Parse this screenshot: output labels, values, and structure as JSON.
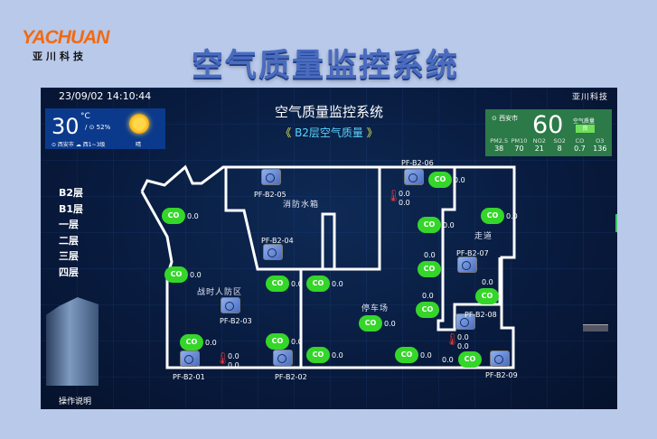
{
  "logo": {
    "mark_a": "YA",
    "mark_b": "CHUAN",
    "cn": "亚川科技"
  },
  "page_title": "空气质量监控系统",
  "header": {
    "datetime": "23/09/02 14:10:44",
    "title": "空气质量监控系统",
    "subtitle_left": "《",
    "subtitle": "B2层空气质量",
    "subtitle_right": "》",
    "brand": "亚川科技"
  },
  "weather": {
    "temp": "30",
    "unit": "°C",
    "humidity": "/ ⊙ 52%",
    "location": "⊙ 西安市  ☁ 西1~3级",
    "condition": "晴",
    "icon": "sun-icon"
  },
  "air_quality": {
    "location": "⊙ 西安市",
    "aqi": "60",
    "label": "空气质量",
    "level": "良",
    "level_color": "#6ee05a",
    "metrics": [
      {
        "k": "PM2.5",
        "v": "38"
      },
      {
        "k": "PM10",
        "v": "70"
      },
      {
        "k": "NO2",
        "v": "21"
      },
      {
        "k": "SO2",
        "v": "8"
      },
      {
        "k": "CO",
        "v": "0.7"
      },
      {
        "k": "O3",
        "v": "136"
      }
    ]
  },
  "floors": [
    "B2层",
    "B1层",
    "一层",
    "二层",
    "三层",
    "四层"
  ],
  "help": "操作说明",
  "rooms": [
    "消防水箱",
    "走道",
    "战时人防区",
    "停车场"
  ],
  "co_sensors": [
    {
      "label": "CO",
      "value": "0.0"
    },
    {
      "label": "CO",
      "value": "0.0"
    },
    {
      "label": "CO",
      "value": "0.0"
    },
    {
      "label": "CO",
      "value": "0.0"
    },
    {
      "label": "CO",
      "value": "0.0"
    },
    {
      "label": "CO",
      "value": "0.0"
    },
    {
      "label": "CO",
      "value": "0.0"
    },
    {
      "label": "CO",
      "value": "0.0"
    },
    {
      "label": "CO",
      "value": "0.0"
    },
    {
      "label": "CO",
      "value": "0.0"
    },
    {
      "label": "CO",
      "value": "0.0"
    },
    {
      "label": "CO",
      "value": "0.0"
    },
    {
      "label": "CO",
      "value": "0.0"
    },
    {
      "label": "CO",
      "value": "0.0"
    },
    {
      "label": "CO",
      "value": "0.0"
    },
    {
      "label": "CO",
      "value": "0.0"
    }
  ],
  "fans": [
    "PF-B2-05",
    "PF-B2-04",
    "PF-B2-06",
    "PF-B2-07",
    "PF-B2-03",
    "PF-B2-01",
    "PF-B2-02",
    "PF-B2-08",
    "PF-B2-09"
  ],
  "thermo": [
    {
      "t": "0.0",
      "h": "0.0"
    },
    {
      "t": "0.0",
      "h": "0.0"
    },
    {
      "t": "0.0",
      "h": "0.0"
    }
  ]
}
